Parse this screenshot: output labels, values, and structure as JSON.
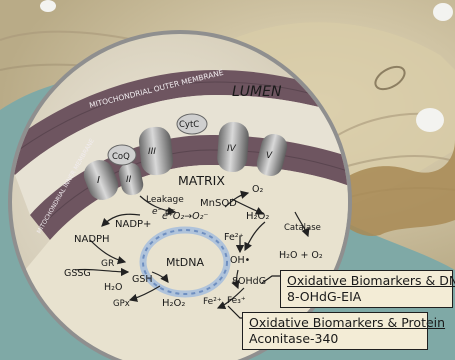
{
  "labels": {
    "outer_membrane": "MITOCHONDRIAL OUTER MEMBRANE",
    "inner_membrane": "MITOCHONDRIAL INNER MEMBRANE",
    "lumen": "LUMEN",
    "matrix": "MATRIX",
    "complex_1": "I",
    "complex_2": "II",
    "complex_3": "III",
    "complex_4": "IV",
    "complex_5": "V",
    "coq": "CoQ",
    "cytc": "CytC",
    "leakage": "Leakage",
    "electron_flow": "e⁻ e⁻",
    "superoxide": "e⁺O₂→O₂⁻",
    "o2_top": "O₂",
    "mnsod": "MnSOD",
    "h2o2_top": "H₂O₂",
    "catalase": "Catalase",
    "h2o_o2": "H₂O + O₂",
    "fe2": "Fe²⁺",
    "oh_radical": "OH•",
    "ohdg": "8OHdG",
    "mtdna": "MtDNA",
    "nadp": "NADP+",
    "nadph": "NADPH",
    "gr": "GR",
    "gssg": "GSSG",
    "gsh": "GSH",
    "h2o_left": "H₂O",
    "gpx": "GPx",
    "h2o2_bottom": "H₂O₂",
    "fe2_bottom": "Fe²⁺",
    "fe3_bottom": "Fe₃⁺"
  },
  "callouts": [
    {
      "title": "Oxidative Biomarkers & DNA",
      "assay": "8-OHdG-EIA"
    },
    {
      "title": "Oxidative Biomarkers & Protein",
      "assay": "Aconitase-340"
    }
  ]
}
